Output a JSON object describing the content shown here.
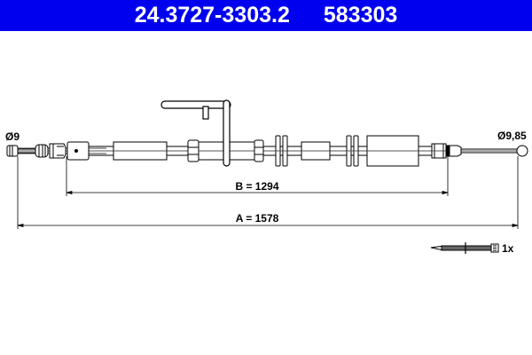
{
  "header": {
    "part_number": "24.3727-3303.2",
    "ref_number": "583303",
    "background_color": "#0000ee",
    "text_color": "#ffffff"
  },
  "diagram": {
    "left_end_label": "Ø9",
    "right_end_label": "Ø9,85",
    "dimension_b": "B = 1294",
    "dimension_a": "A = 1578",
    "accessory_qty": "1x",
    "line_color": "#000000"
  }
}
